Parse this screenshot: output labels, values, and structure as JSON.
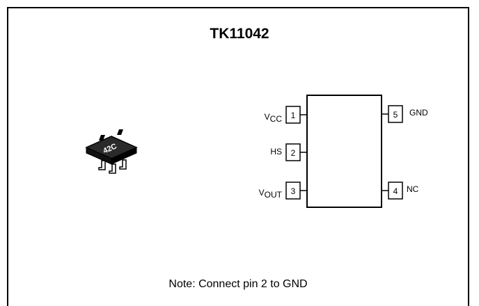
{
  "title": "TK11042",
  "package_marking": "42C",
  "pins_left": [
    {
      "number": "1",
      "name_main": "V",
      "name_sub": "CC"
    },
    {
      "number": "2",
      "name_main": "HS",
      "name_sub": ""
    },
    {
      "number": "3",
      "name_main": "V",
      "name_sub": "OUT"
    }
  ],
  "pins_right": [
    {
      "number": "5",
      "name": "GND"
    },
    {
      "number": "4",
      "name": "NC"
    }
  ],
  "note": "Note: Connect pin 2 to GND",
  "colors": {
    "line": "#000000",
    "background": "#ffffff",
    "package_body": "#1a1a1a"
  }
}
